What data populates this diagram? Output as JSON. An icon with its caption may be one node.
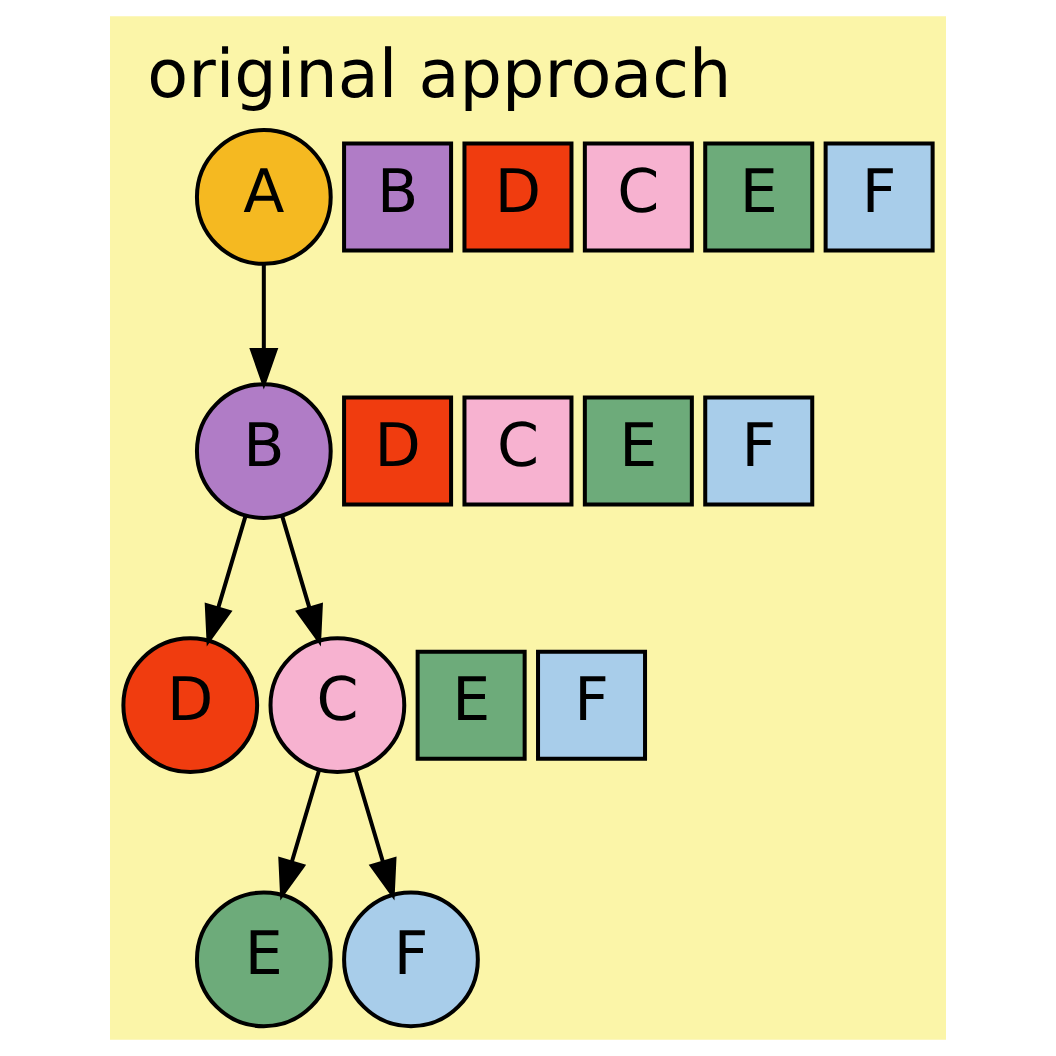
{
  "diagram": {
    "title": "original approach",
    "nodes": [
      {
        "text": [
          "A"
        ]
      },
      {
        "text": [
          "B"
        ]
      },
      {
        "text": [
          "D"
        ]
      },
      {
        "text": [
          "C"
        ]
      },
      {
        "text": [
          "E"
        ]
      },
      {
        "text": [
          "F"
        ]
      },
      {
        "text": [
          "B"
        ]
      },
      {
        "text": [
          "D"
        ]
      },
      {
        "text": [
          "C"
        ]
      },
      {
        "text": [
          "E"
        ]
      },
      {
        "text": [
          "F"
        ]
      },
      {
        "text": [
          "D"
        ]
      },
      {
        "text": [
          "C"
        ]
      },
      {
        "text": [
          "E"
        ]
      },
      {
        "text": [
          "F"
        ]
      },
      {
        "text": [
          "E"
        ]
      },
      {
        "text": [
          "F"
        ]
      }
    ],
    "edges": [
      {
        "from": 0,
        "to": 6,
        "arrow": "to"
      },
      {
        "from": 6,
        "to": 11,
        "arrow": "to"
      },
      {
        "from": 6,
        "to": 12,
        "arrow": "to"
      },
      {
        "from": 12,
        "to": 15,
        "arrow": "to"
      },
      {
        "from": 12,
        "to": 16,
        "arrow": "to"
      }
    ]
  }
}
